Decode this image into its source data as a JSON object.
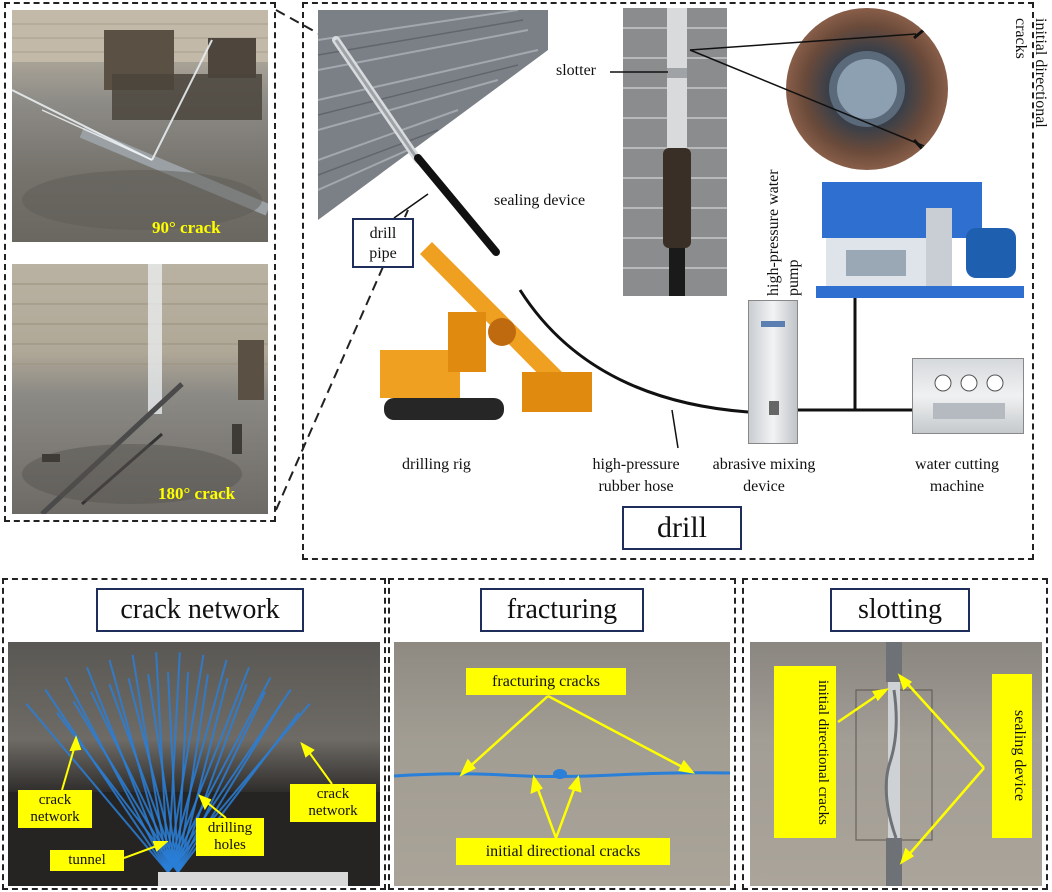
{
  "top_left_photos": {
    "crack_90": "90° crack",
    "crack_180": "180° crack"
  },
  "drill_panel": {
    "title": "drill",
    "labels": {
      "drill_pipe": "drill pipe",
      "slotter": "slotter",
      "sealing_device": "sealing device",
      "initial_directional_cracks": "initial directional cracks",
      "high_pressure_water_pump": "high-pressure water pump",
      "drilling_rig": "drilling rig",
      "high_pressure_rubber_hose": "high-pressure rubber hose",
      "abrasive_mixing_device": "abrasive mixing device",
      "water_cutting_machine": "water cutting machine"
    }
  },
  "crack_network_panel": {
    "title": "crack network",
    "labels": {
      "crack_network_left": "crack network",
      "crack_network_right": "crack network",
      "drilling_holes": "drilling holes",
      "tunnel": "tunnel"
    }
  },
  "fracturing_panel": {
    "title": "fracturing",
    "labels": {
      "fracturing_cracks": "fracturing cracks",
      "initial_directional_cracks": "initial directional cracks"
    }
  },
  "slotting_panel": {
    "title": "slotting",
    "labels": {
      "initial_directional_cracks": "initial directional cracks",
      "sealing_device": "sealing device"
    }
  },
  "colors": {
    "accent_yellow": "#ffff00",
    "title_box_border": "#1f2d5a",
    "crack_blue": "#2a7fd8",
    "rig_orange": "#f0a020",
    "pump_blue": "#2f6fd0"
  }
}
